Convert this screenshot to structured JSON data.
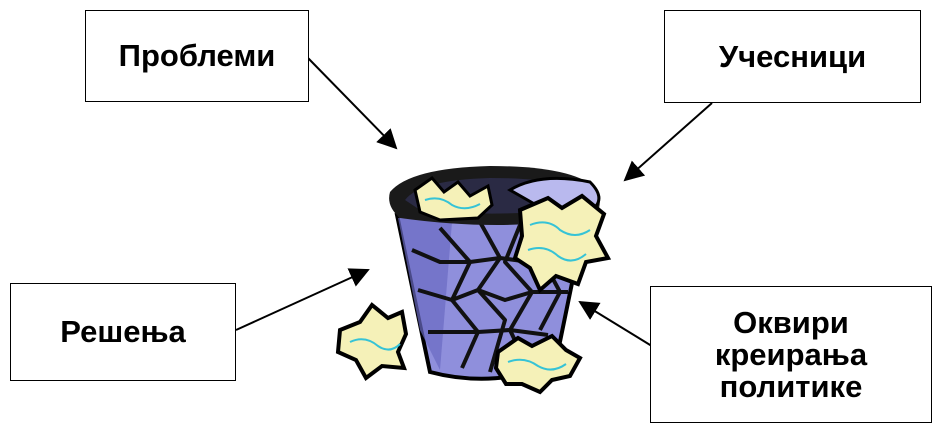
{
  "boxes": {
    "problems": "Проблеми",
    "participants": "Учесници",
    "solutions": "Решења",
    "frameworks": [
      "Оквири",
      "креирања",
      "политике"
    ]
  },
  "picture": {
    "name": "garbage-can"
  },
  "colors": {
    "text": "#000000",
    "can_body": "#8f8fdc",
    "can_shade": "#6a6ac2",
    "paper": "#f5f1b8",
    "paper_stripe": "#36c3d6",
    "outline": "#000000"
  }
}
